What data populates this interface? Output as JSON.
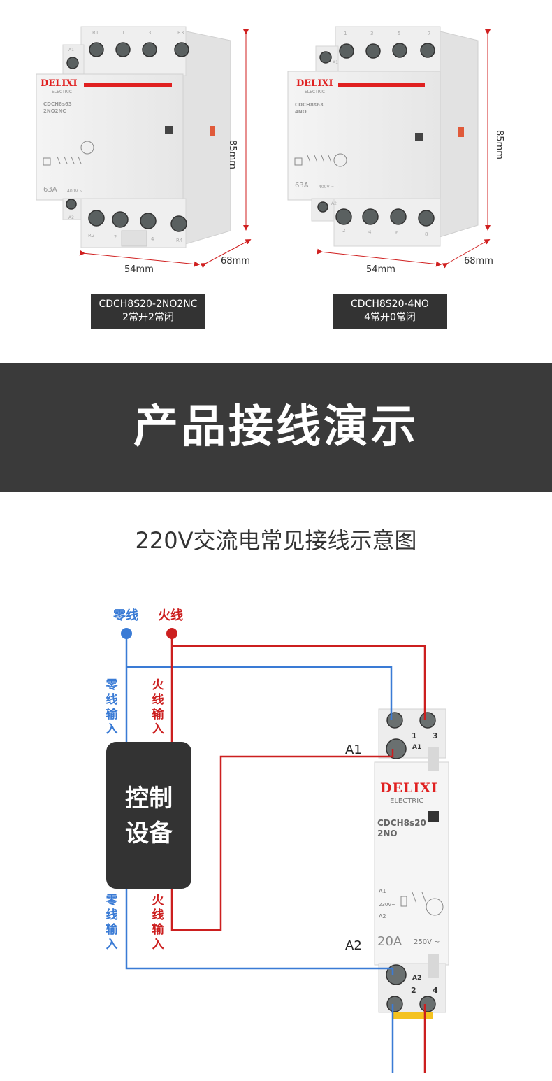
{
  "products": [
    {
      "brand": "DELIXI",
      "brand_sub": "ELECTRIC",
      "model_lines": [
        "CDCH8s63",
        "2NO2NC"
      ],
      "rating": "63A",
      "voltage": "400V ~",
      "top_terminals": [
        "R1",
        "1",
        "3",
        "R3"
      ],
      "bottom_terminals": [
        "R2",
        "2",
        "4",
        "R4"
      ],
      "coil_top": "A1",
      "coil_bottom": "A2",
      "width_dim": "54mm",
      "depth_dim": "68mm",
      "height_dim": "85mm",
      "label_line1": "CDCH8S20-2NO2NC",
      "label_line2": "2常开2常闭"
    },
    {
      "brand": "DELIXI",
      "brand_sub": "ELECTRIC",
      "model_lines": [
        "CDCH8s63",
        "4NO"
      ],
      "rating": "63A",
      "voltage": "400V ~",
      "top_terminals": [
        "1",
        "3",
        "5",
        "7"
      ],
      "bottom_terminals": [
        "2",
        "4",
        "6",
        "8"
      ],
      "coil_top": "A1",
      "coil_bottom": "A2",
      "width_dim": "54mm",
      "depth_dim": "68mm",
      "height_dim": "85mm",
      "label_line1": "CDCH8S20-4NO",
      "label_line2": "4常开0常闭"
    }
  ],
  "banner_title": "产品接线演示",
  "diagram": {
    "subtitle": "220V交流电常见接线示意图",
    "neutral_label": "零线",
    "live_label": "火线",
    "neutral_input": [
      "零",
      "线",
      "输",
      "入"
    ],
    "live_input": [
      "火",
      "线",
      "输",
      "入"
    ],
    "control_device": [
      "控制",
      "设备"
    ],
    "a1_label": "A1",
    "a2_label": "A2",
    "contactor": {
      "brand": "DELIXI",
      "brand_sub": "ELECTRIC",
      "model": "CDCH8s20",
      "type": "2NO",
      "rating": "20A",
      "voltage": "250V ~",
      "coil_voltage": "230V~",
      "top_terminals": [
        "1",
        "3"
      ],
      "bottom_terminals": [
        "2",
        "4"
      ],
      "coil_top": "A1",
      "coil_bottom": "A2"
    },
    "colors": {
      "neutral": "#3a7bd5",
      "live": "#cc1f1f",
      "brand": "#e02020",
      "dark": "#333333"
    }
  }
}
